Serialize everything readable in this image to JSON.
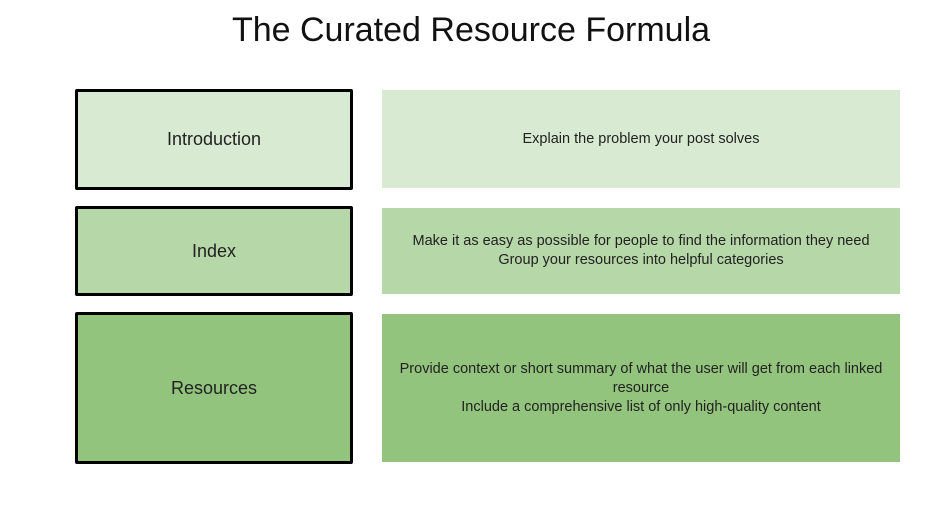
{
  "title": "The Curated Resource Formula",
  "colors": {
    "introduction": "#d9ead3",
    "index": "#b6d7a8",
    "resources": "#93c47d",
    "border": "#000000"
  },
  "rows": [
    {
      "label": "Introduction",
      "description": [
        "Explain the problem your post solves"
      ]
    },
    {
      "label": "Index",
      "description": [
        "Make it as easy as possible for people to find the information they need",
        "Group your resources into helpful categories"
      ]
    },
    {
      "label": "Resources",
      "description": [
        "Provide context or short summary of what the user will get from each linked resource",
        "Include a comprehensive list of only high-quality content"
      ]
    }
  ]
}
